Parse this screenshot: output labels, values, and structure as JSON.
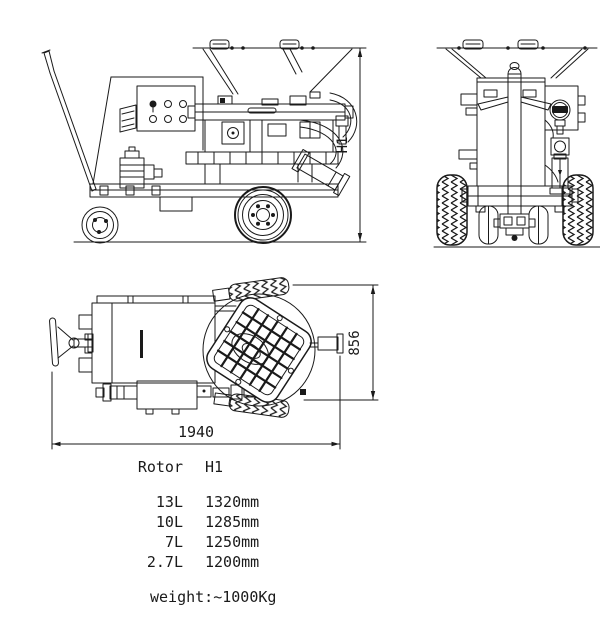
{
  "drawing_title": "spraying-machine-three-view-drawing",
  "dimensions": {
    "h1_label": "H1",
    "width_value": "856",
    "length_value": "1940"
  },
  "table": {
    "headers": {
      "rotor": "Rotor",
      "h1": "H1"
    },
    "rows": [
      {
        "rotor": "13L",
        "h1": "1320mm"
      },
      {
        "rotor": "10L",
        "h1": "1285mm"
      },
      {
        "rotor": "7L",
        "h1": "1250mm"
      },
      {
        "rotor": "2.7L",
        "h1": "1200mm"
      }
    ],
    "weight": "weight:~1000Kg"
  },
  "colors": {
    "line": "#1a1a1a",
    "background": "#ffffff"
  }
}
